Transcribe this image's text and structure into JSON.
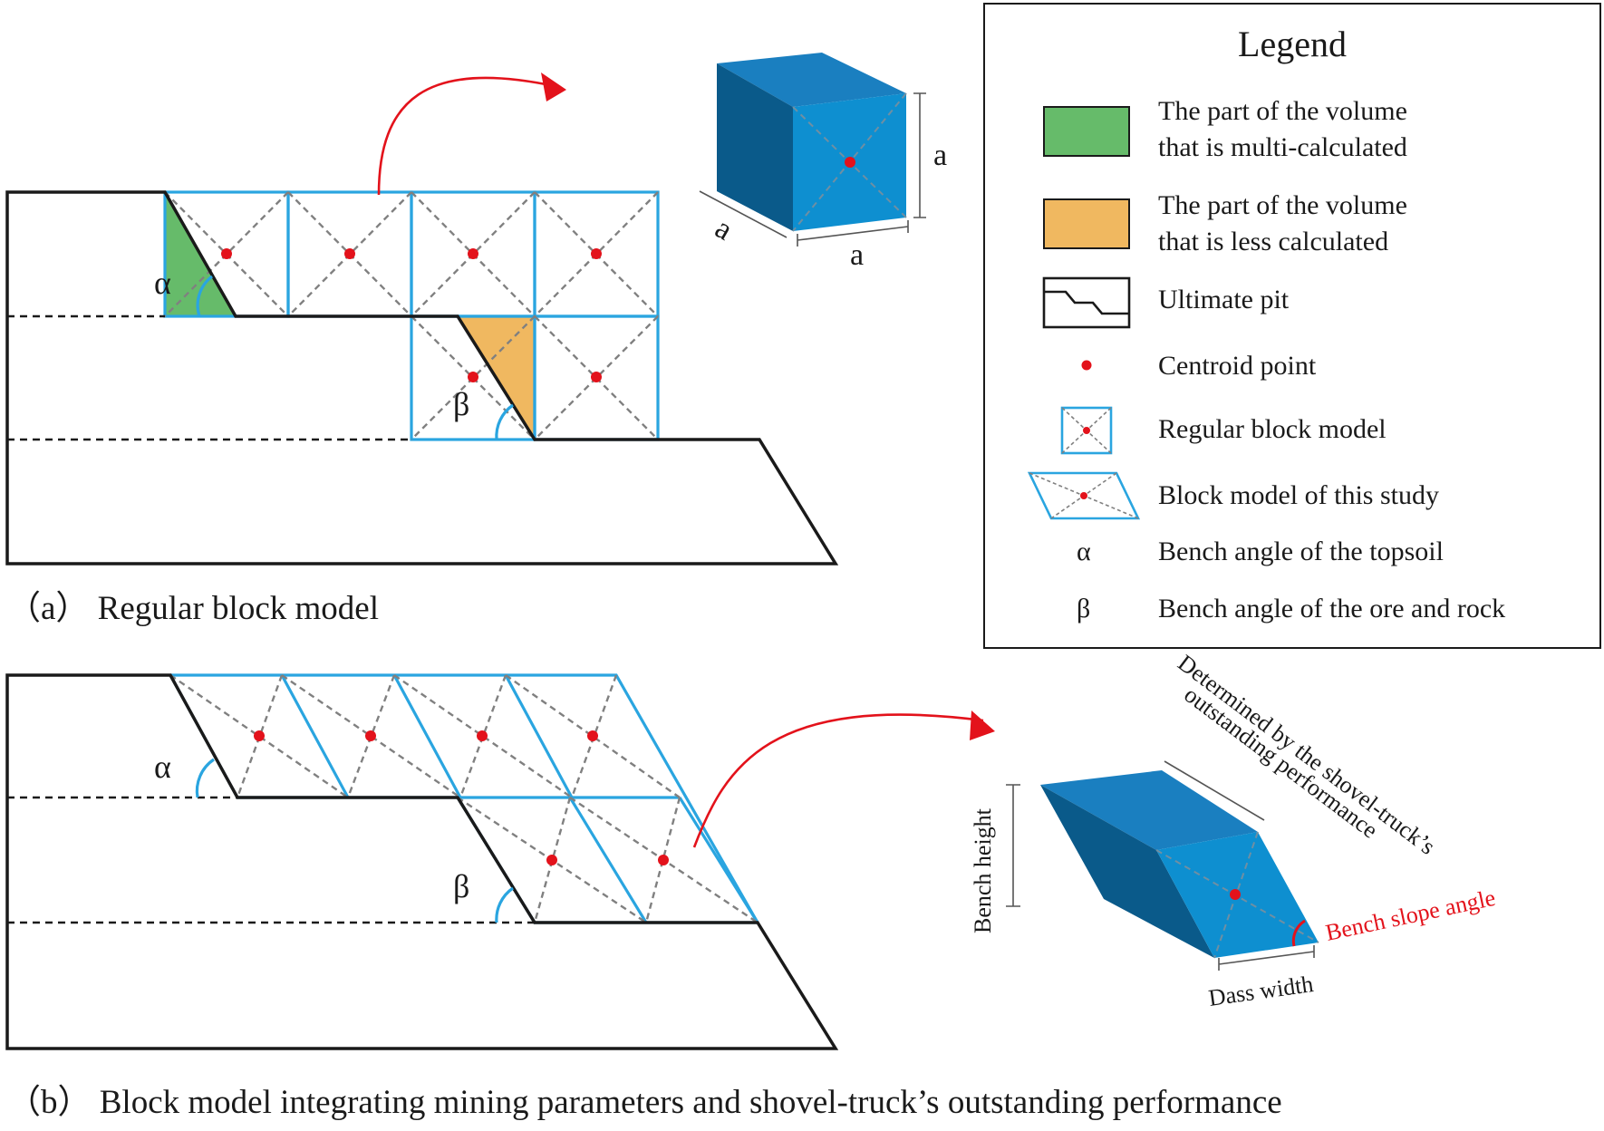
{
  "figure": {
    "panel_a_caption": "（a） Regular block model",
    "panel_b_caption": "（b） Block model integrating mining parameters and shovel-truck’s outstanding performance",
    "alpha": "α",
    "beta": "β",
    "cube_dim_label": "a",
    "bench_height_label": "Bench height",
    "dass_width_label": "Dass width",
    "bench_slope_angle_label": "Bench slope angle",
    "determined_by_line1": "Determined by the shovel-truck’s",
    "determined_by_line2": "outstanding performance"
  },
  "legend": {
    "title": "Legend",
    "items": [
      {
        "symbol": "green-fill",
        "text": [
          "The part of the volume",
          "that is multi-calculated"
        ]
      },
      {
        "symbol": "orange-fill",
        "text": [
          "The part of the volume",
          "that is less calculated"
        ]
      },
      {
        "symbol": "ultimate-pit",
        "text": [
          "Ultimate pit"
        ]
      },
      {
        "symbol": "centroid-point",
        "text": [
          "Centroid point"
        ]
      },
      {
        "symbol": "regular-block",
        "text": [
          "Regular block model"
        ]
      },
      {
        "symbol": "study-block",
        "text": [
          "Block model of this study"
        ]
      },
      {
        "symbol": "alpha",
        "glyph": "α",
        "text": [
          "Bench angle of the topsoil"
        ]
      },
      {
        "symbol": "beta",
        "glyph": "β",
        "text": [
          "Bench angle of the ore and rock"
        ]
      }
    ]
  },
  "colors": {
    "block_blue": "#2aa5e0",
    "cube_front": "#0e8fd0",
    "cube_top": "#1a7fc0",
    "cube_side": "#0a5a8a",
    "green": "#66bb6a",
    "orange": "#f0b860",
    "red": "#e3121b"
  }
}
